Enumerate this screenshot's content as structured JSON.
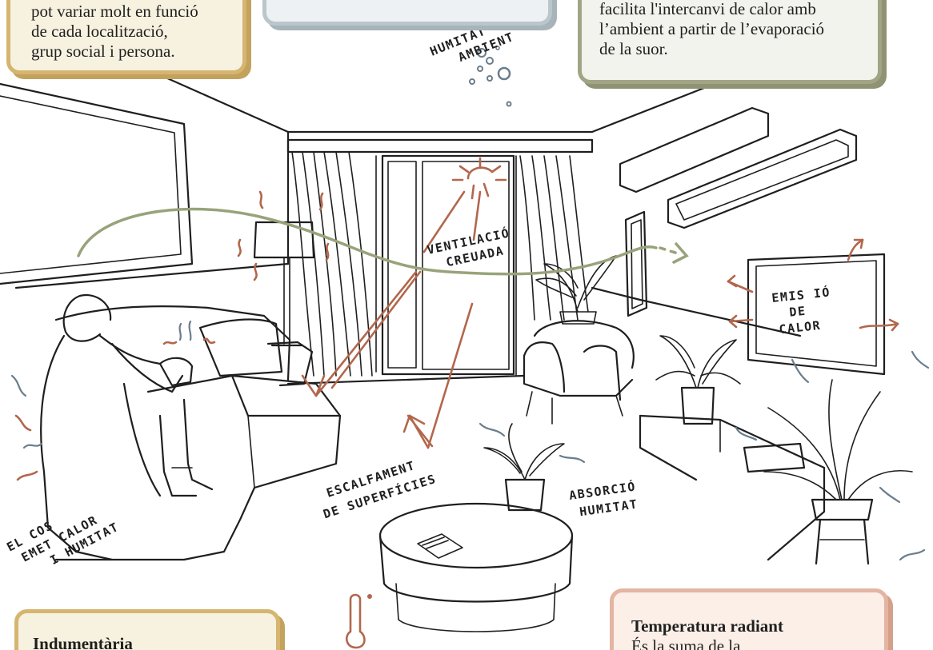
{
  "info_boxes": {
    "top_left": {
      "line_1": "pot variar molt en funció",
      "line_2": "de cada localització,",
      "line_3": "grup social i persona."
    },
    "top_right": {
      "line_1": "facilita l'intercanvi de calor amb",
      "line_2": "l’ambient a partir de l’evaporació",
      "line_3": "de la suor."
    },
    "bottom_left": {
      "title": "Indumentària"
    },
    "bottom_right": {
      "title": "Temperatura radiant",
      "line_1": "És la suma de la"
    }
  },
  "labels": {
    "humidity_ambient": [
      "HUMITAT",
      "AMBIENT"
    ],
    "cross_ventilation": [
      "VENTILACIÓ",
      "CREUADA"
    ],
    "heat_emission": [
      "EMIS IÓ",
      "DE",
      "CALOR"
    ],
    "surface_heating": [
      "ESCALFAMENT",
      "DE SUPERFÍCIES"
    ],
    "humidity_absorption": [
      "ABSORCIÓ",
      "HUMITAT"
    ],
    "body_emits": [
      "EL COS",
      "EMET CALOR",
      "I HUMITAT"
    ]
  },
  "colors": {
    "mustard": "#d5b56f",
    "sage": "#a2a585",
    "grey_blue": "#b9c6cb",
    "salmon": "#e3b5a2",
    "airflow_green": "#98a37a",
    "heat_rust": "#b2674c",
    "moisture_blue": "#6a7d8c"
  },
  "icons": [
    "sun-icon",
    "thermometer-icon",
    "humidity-bubbles-icon",
    "airflow-arrow-icon",
    "heat-arrow-icon"
  ]
}
